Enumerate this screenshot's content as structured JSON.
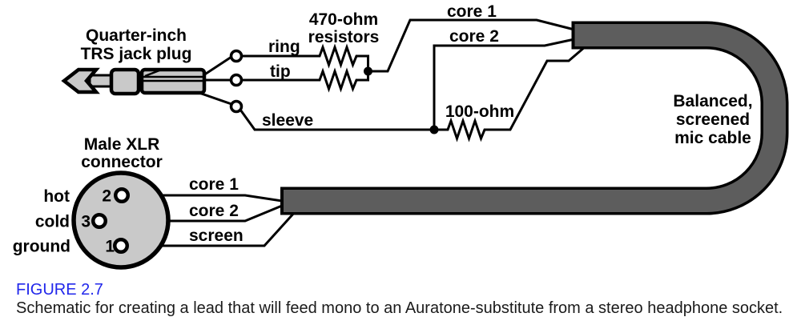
{
  "figure": {
    "label": "FIGURE 2.7",
    "caption": "Schematic for creating a lead that will feed mono to an Auratone-substitute from a stereo headphone socket."
  },
  "colors": {
    "figure_label_blue": "#2127eb",
    "cable_gray": "#5d5d5d",
    "connector_fill": "#c9c9c9",
    "line_black": "#000000"
  },
  "trs": {
    "title_line1": "Quarter-inch",
    "title_line2": "TRS jack plug",
    "ring": "ring",
    "tip": "tip",
    "sleeve": "sleeve"
  },
  "resistors": {
    "r470_line1": "470-ohm",
    "r470_line2": "resistors",
    "r100": "100-ohm"
  },
  "cable": {
    "core1": "core 1",
    "core2": "core 2",
    "title_line1": "Balanced,",
    "title_line2": "screened",
    "title_line3": "mic cable"
  },
  "xlr": {
    "title_line1": "Male XLR",
    "title_line2": "connector",
    "pin2": "2",
    "pin3": "3",
    "pin1": "1",
    "hot": "hot",
    "cold": "cold",
    "ground": "ground",
    "core1": "core 1",
    "core2": "core 2",
    "screen": "screen"
  }
}
